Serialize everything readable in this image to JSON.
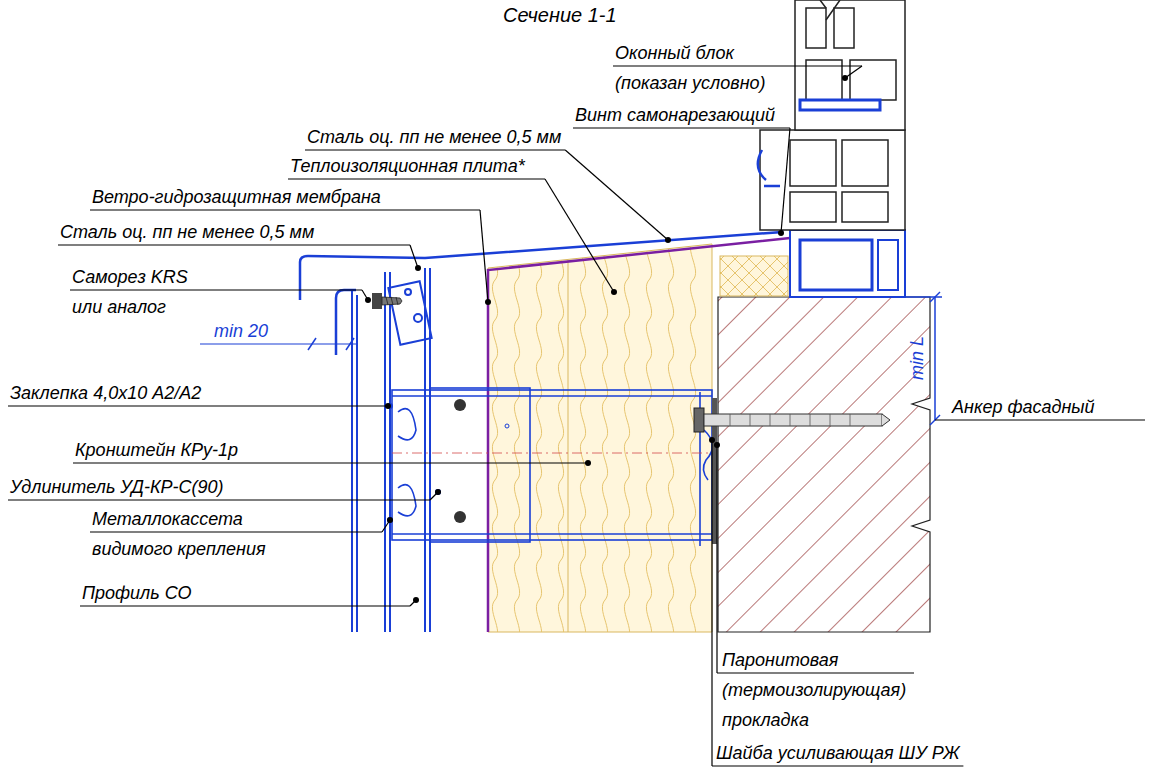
{
  "diagram": {
    "title": "Сечение 1-1",
    "labels": [
      "Оконный блок (показан условно)",
      "Винт самонарезающий",
      "Сталь оц. пп не менее 0,5 мм",
      "Теплоизоляционная плита*",
      "Ветро-гидрозащитная мембрана",
      "Сталь оц. пп не менее 0,5 мм",
      "Саморез KRS или аналог",
      "min 20",
      "Заклепка 4,0х10 A2/A2",
      "Кронштейн КРу-1р",
      "Удлинитель УД-КР-С(90)",
      "Металлокассета видимого крепления",
      "Профиль СО",
      "min L",
      "Анкер фасадный",
      "Паронитовая (термоизолирующая) прокладка",
      "Шайба усиливающая ШУ РЖ"
    ]
  }
}
